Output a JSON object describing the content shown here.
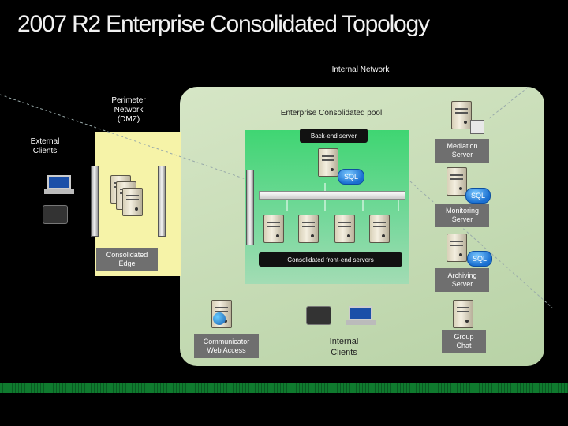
{
  "title": "2007 R2 Enterprise Consolidated Topology",
  "labels": {
    "internal_network": "Internal Network",
    "perimeter_network": "Perimeter\nNetwork\n(DMZ)",
    "external_clients": "External\nClients",
    "pool": "Enterprise Consolidated pool",
    "backend": "Back-end server",
    "frontend": "Consolidated front-end servers",
    "edge": "Consolidated\nEdge",
    "mediation": "Mediation\nServer",
    "monitoring": "Monitoring\nServer",
    "archiving": "Archiving\nServer",
    "group_chat": "Group\nChat",
    "cwa": "Communicator\nWeb Access",
    "internal_clients": "Internal\nClients",
    "sql": "SQL"
  },
  "colors": {
    "background": "#000000",
    "internal_network_panel": "#c8dcb4",
    "pool_box": "#4bd07a",
    "dmz_band": "#f6f3a8",
    "footer_green": "#0f7a2e"
  },
  "icons": [
    "server-icon",
    "rack-server-icon",
    "sql-database-icon",
    "laptop-icon",
    "ip-phone-icon",
    "globe-icon",
    "chat-icon"
  ]
}
